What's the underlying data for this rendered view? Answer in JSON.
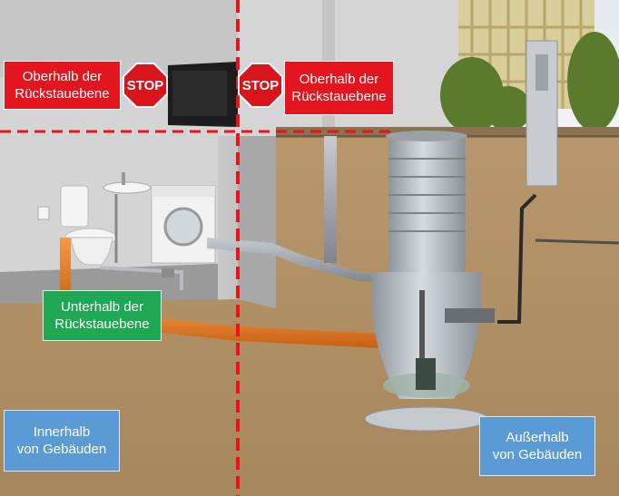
{
  "labels": {
    "above_left": "Oberhalb der\nRückstauebene",
    "above_right": "Oberhalb der\nRückstauebene",
    "below": "Unterhalb der\nRückstauebene",
    "inside": "Innerhalb\nvon Gebäuden",
    "outside": "Außerhalb\nvon Gebäuden"
  },
  "signs": {
    "stop_left": "STOP",
    "stop_right": "STOP"
  },
  "colors": {
    "red_label": "#e3161f",
    "green_label": "#1ea853",
    "blue_label": "#5b9bd5",
    "dashed_line": "#e8141c",
    "soil": "#b0926a"
  }
}
